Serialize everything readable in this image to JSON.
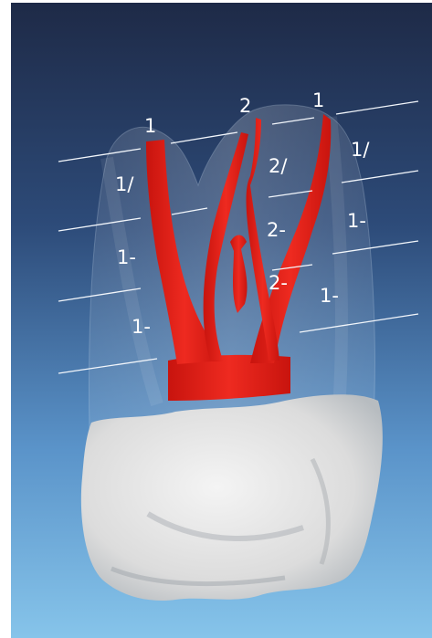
{
  "labels": {
    "a_1": "1",
    "a_2": "1/",
    "a_3": "1-",
    "a_4": "1-",
    "b_1": "2",
    "b_2": "2/",
    "b_3": "2-",
    "b_4": "2-",
    "c_1": "1",
    "c_2": "1/",
    "c_3": "1-",
    "c_4": "1-"
  },
  "colors": {
    "background_top": "#1e2a47",
    "background_bottom": "#7fc0e8",
    "canal": "#e8241c",
    "crown": "#e6e6e6"
  }
}
